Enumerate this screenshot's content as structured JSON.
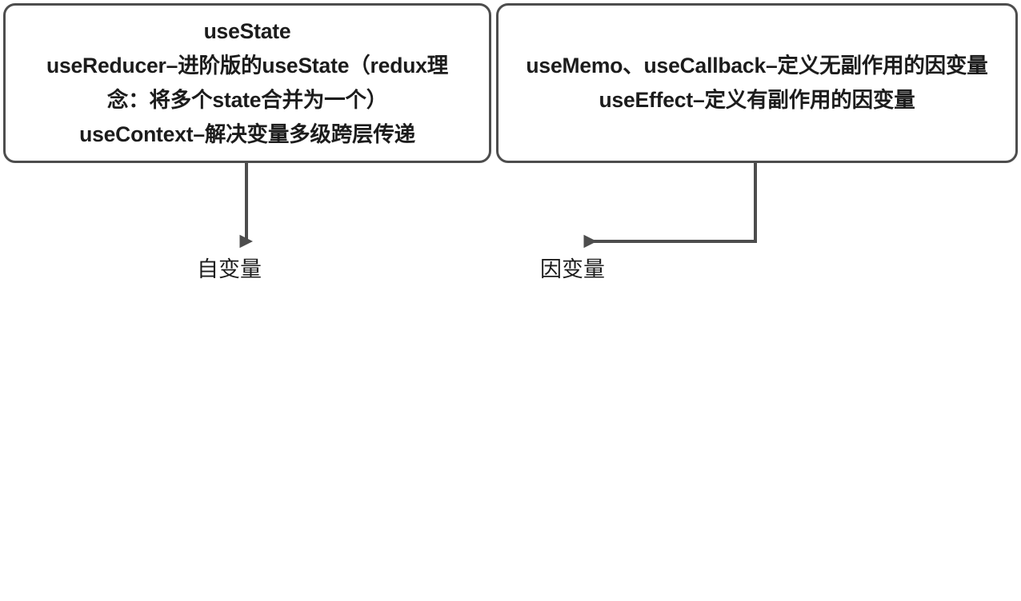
{
  "diagram": {
    "type": "flowchart",
    "background_color": "#ffffff",
    "stroke_color": "#4d4d4d",
    "text_color": "#1c1c1c",
    "nodes": [
      {
        "id": "hooks-state",
        "name": "state-hooks-box",
        "lines": [
          "useState",
          "useReducer–进阶版的useState（redux理",
          "念：将多个state合并为一个）",
          "useContext–解决变量多级跨层传递"
        ]
      },
      {
        "id": "hooks-derived",
        "name": "derived-hooks-box",
        "lines": [
          "useMemo、useCallback–定义无副作用的因变量",
          "useEffect–定义有副作用的因变量"
        ]
      }
    ],
    "edges": [
      {
        "id": "edge-left",
        "from": "hooks-state",
        "to": "label-independent-variable",
        "arrowhead": "left"
      },
      {
        "id": "edge-right",
        "from": "hooks-derived",
        "to": "label-dependent-variable",
        "arrowhead": "left"
      }
    ],
    "labels": {
      "independent_variable": "自变量",
      "dependent_variable": "因变量"
    }
  }
}
